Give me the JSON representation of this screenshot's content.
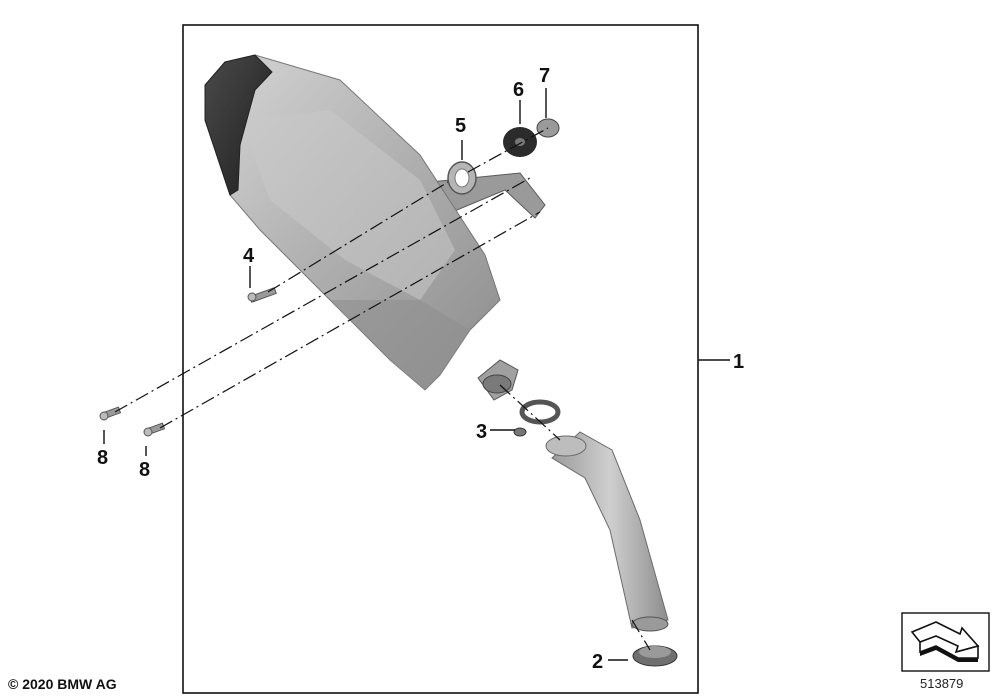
{
  "callouts": {
    "c1": "1",
    "c2": "2",
    "c3": "3",
    "c4": "4",
    "c5": "5",
    "c6": "6",
    "c7": "7",
    "c8a": "8",
    "c8b": "8"
  },
  "footer": {
    "copyright": "© 2020 BMW AG",
    "drawing_number": "513879"
  },
  "icons": {
    "orientation_icon": "arrow-direction-icon"
  },
  "colors": {
    "frame": "#111111",
    "muffler_body": "#a9a9a9",
    "muffler_cap": "#2e2e2e",
    "leader": "#111111"
  }
}
